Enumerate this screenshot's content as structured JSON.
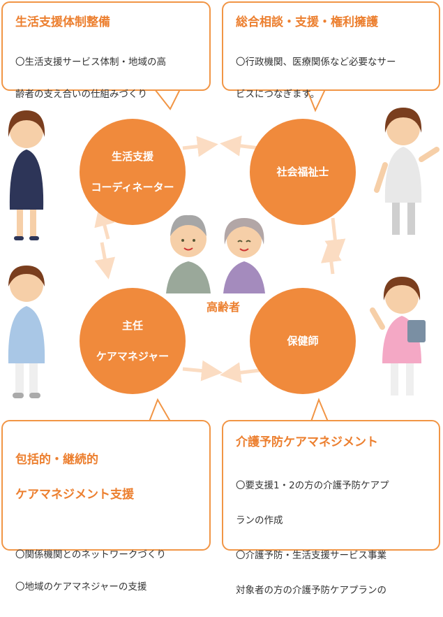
{
  "boxes": {
    "top_left": {
      "title": "生活支援体制整備",
      "lines": [
        "〇生活支援サービス体制・地域の高",
        "齢者の支え合いの仕組みづくり"
      ]
    },
    "top_right": {
      "title": "総合相談・支援・権利擁護",
      "lines": [
        "〇行政機関、医療関係など必要なサー",
        "ビスにつなぎます。"
      ]
    },
    "bottom_left": {
      "title_lines": [
        "包括的・継続的",
        "ケアマネジメント支援"
      ],
      "lines": [
        "〇関係機関とのネットワークづくり",
        "〇地域のケアマネジャーの支援"
      ]
    },
    "bottom_right": {
      "title": "介護予防ケアマネジメント",
      "lines": [
        "〇要支援1・2の方の介護予防ケアプ",
        "ランの作成",
        "〇介護予防・生活支援サービス事業",
        "対象者の方の介護予防ケアプランの"
      ]
    }
  },
  "circles": {
    "top_left": [
      "生活支援",
      "コーディネーター"
    ],
    "top_right": "社会福祉士",
    "bottom_left": [
      "主任",
      "ケアマネジャー"
    ],
    "bottom_right": "保健師"
  },
  "center_label": "高齢者",
  "colors": {
    "accent": "#f08a3c",
    "border": "#f19545",
    "arrow": "#fbe0c8"
  }
}
